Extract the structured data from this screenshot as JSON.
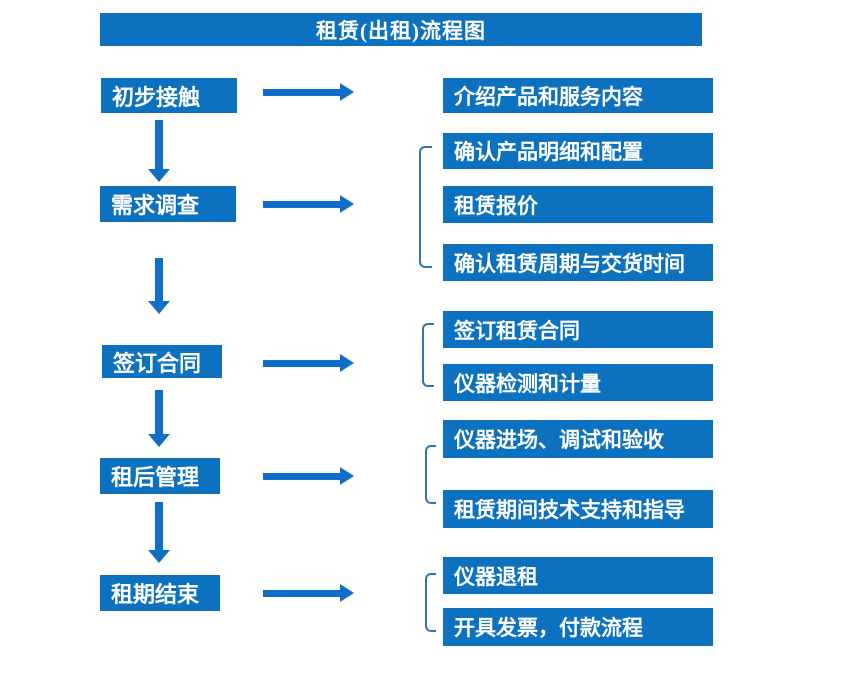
{
  "title": "租赁(出租)流程图",
  "colors": {
    "box": "#0c72bf",
    "arrow": "#0f6fc8",
    "bracket": "#2e75b6",
    "text": "#ffffff",
    "background": "#ffffff"
  },
  "steps": [
    {
      "label": "初步接触",
      "details": [
        "介绍产品和服务内容"
      ]
    },
    {
      "label": "需求调查",
      "details": [
        "确认产品明细和配置",
        "租赁报价",
        "确认租赁周期与交货时间"
      ]
    },
    {
      "label": "签订合同",
      "details": [
        "签订租赁合同",
        "仪器检测和计量"
      ]
    },
    {
      "label": "租后管理",
      "details": [
        "仪器进场、调试和验收",
        "租赁期间技术支持和指导"
      ]
    },
    {
      "label": "租期结束",
      "details": [
        "仪器退租",
        "开具发票，付款流程"
      ]
    }
  ]
}
